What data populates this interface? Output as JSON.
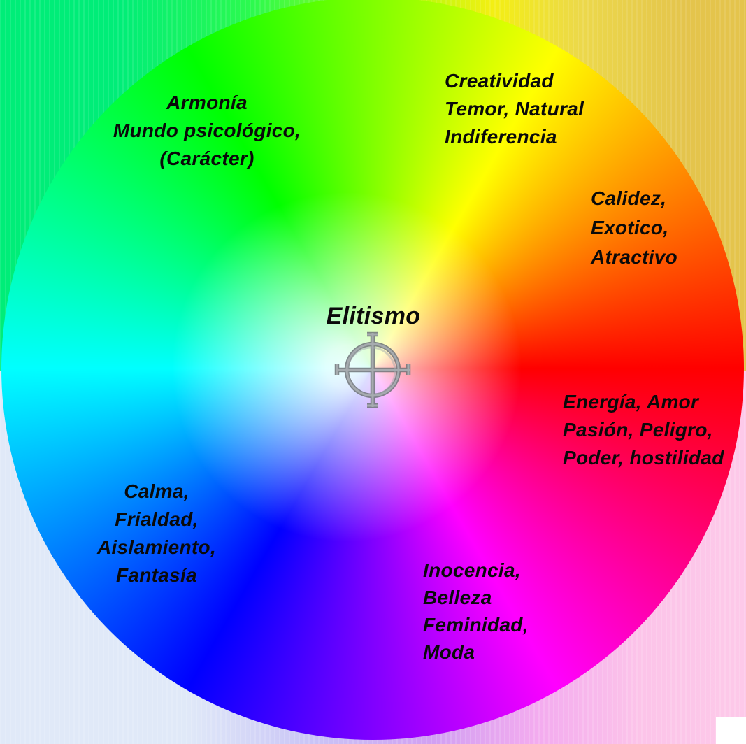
{
  "diagram": {
    "type": "color-wheel-psychology",
    "center_title": "Elitismo",
    "wheel_hues": [
      "#80ff00",
      "#ffff00",
      "#ff8000",
      "#ff0000",
      "#ff0080",
      "#ff00ff",
      "#8000ff",
      "#0000ff",
      "#0080ff",
      "#00ffff",
      "#00ff80",
      "#00ff00"
    ],
    "center_highlight_color": "#ffffff",
    "crosshair_color": "#8a8f93",
    "background_corners": {
      "top_left": "#00ed78",
      "top_right": "#e4c44c",
      "bottom_left": "#e0e9f8",
      "bottom_right": "#fcc4e9",
      "bottom_right_patch": "#ffffff"
    }
  },
  "labels": {
    "armonia": {
      "region": "green (top left)",
      "lines": [
        "Armonía",
        "Mundo psicológico,",
        "(Carácter)"
      ]
    },
    "creatividad": {
      "region": "yellow-green (top)",
      "lines": [
        "Creatividad",
        "Temor, Natural",
        "Indiferencia"
      ]
    },
    "calidez": {
      "region": "orange (upper right)",
      "lines": [
        "Calidez,",
        "Exotico,",
        "Atractivo"
      ]
    },
    "elitismo": {
      "region": "center",
      "text": "Elitismo"
    },
    "energia": {
      "region": "red (right)",
      "lines": [
        "Energía, Amor",
        "Pasión, Peligro,",
        "Poder, hostilidad"
      ]
    },
    "calma": {
      "region": "blue (lower left)",
      "lines": [
        "Calma,",
        "Frialdad,",
        "Aislamiento,",
        "Fantasía"
      ]
    },
    "inocencia": {
      "region": "magenta (bottom)",
      "lines": [
        "Inocencia,",
        "Belleza",
        "Feminidad,",
        "Moda"
      ]
    }
  }
}
